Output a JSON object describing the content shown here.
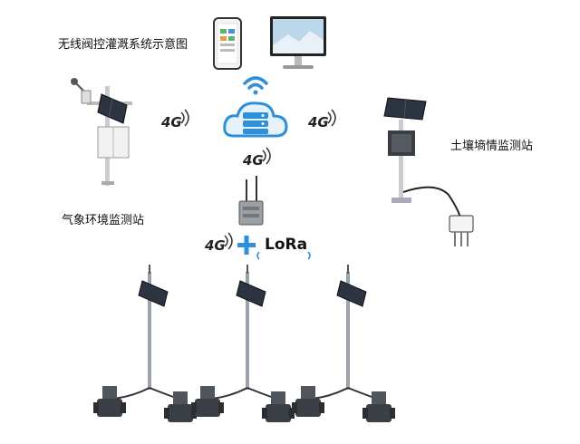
{
  "title": "无线阀控灌溉系统示意图",
  "weather_station_label": "气象环境监测站",
  "soil_station_label": "土壤墒情监测站",
  "net_4g": "4G",
  "lora": "LoRa",
  "colors": {
    "accent_blue": "#2f8fd8",
    "cloud_fill": "#e6f2fb",
    "pole": "#9aa3ad",
    "valve": "#3a3f45",
    "panel": "#2b3440"
  },
  "icons": [
    "phone-icon",
    "monitor-icon",
    "wifi-icon",
    "cloud-server-icon",
    "gateway-icon",
    "plus-icon",
    "solar-panel-icon",
    "valve-icon"
  ]
}
